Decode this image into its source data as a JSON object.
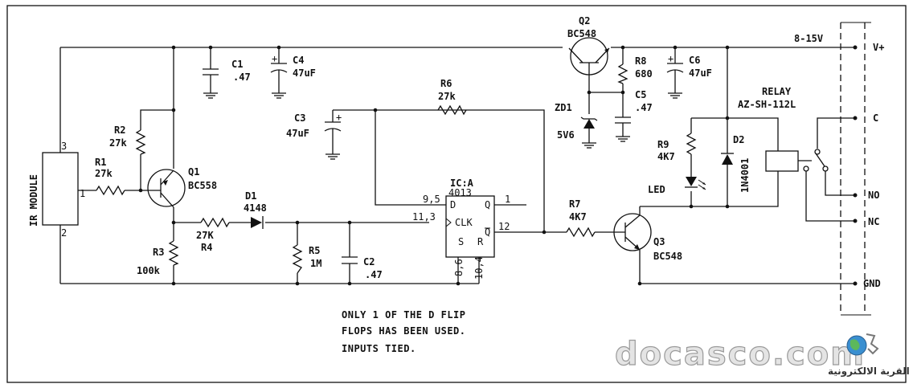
{
  "components": {
    "ir_module": {
      "name": "IR MODULE",
      "pins": [
        "3",
        "1",
        "2"
      ]
    },
    "r1": {
      "ref": "R1",
      "value": "27k"
    },
    "r2": {
      "ref": "R2",
      "value": "27k"
    },
    "r3": {
      "ref": "R3",
      "value": "100k"
    },
    "r4": {
      "ref": "R4",
      "value": "27K"
    },
    "r5": {
      "ref": "R5",
      "value": "1M"
    },
    "r6": {
      "ref": "R6",
      "value": "27k"
    },
    "r7": {
      "ref": "R7",
      "value": "4K7"
    },
    "r8": {
      "ref": "R8",
      "value": "680"
    },
    "r9": {
      "ref": "R9",
      "value": "4K7"
    },
    "c1": {
      "ref": "C1",
      "value": ".47"
    },
    "c2": {
      "ref": "C2",
      "value": ".47"
    },
    "c3": {
      "ref": "C3",
      "value": "47uF"
    },
    "c4": {
      "ref": "C4",
      "value": "47uF"
    },
    "c5": {
      "ref": "C5",
      "value": ".47"
    },
    "c6": {
      "ref": "C6",
      "value": "47uF"
    },
    "q1": {
      "ref": "Q1",
      "value": "BC558"
    },
    "q2": {
      "ref": "Q2",
      "value": "BC548"
    },
    "q3": {
      "ref": "Q3",
      "value": "BC548"
    },
    "d1": {
      "ref": "D1",
      "value": "4148"
    },
    "d2": {
      "ref": "D2",
      "value": "1N4001"
    },
    "zd1": {
      "ref": "ZD1",
      "value": "5V6"
    },
    "led": {
      "ref": "LED"
    },
    "ic": {
      "ref": "IC:A",
      "part": "4013",
      "pin_d": "D",
      "pin_q": "Q",
      "pin_clk": "CLK",
      "pin_qbar": "Q",
      "pin_s": "S",
      "pin_r": "R",
      "pins_95": "9,5",
      "pins_113": "11,3",
      "pin_1": "1",
      "pin_12": "12",
      "pins_86": "8,6",
      "pins_104": "10,4"
    },
    "relay": {
      "ref": "RELAY",
      "part": "AZ-SH-112L"
    }
  },
  "terminals": {
    "supply": "8-15V",
    "vplus": "V+",
    "c": "C",
    "no": "NO",
    "nc": "NC",
    "gnd": "GND"
  },
  "note": [
    "ONLY 1 OF THE D FLIP",
    "FLOPS HAS BEEN USED.",
    "INPUTS TIED."
  ],
  "watermark": {
    "text": "docasco.com",
    "arabic": "القرية الالكترونية"
  }
}
